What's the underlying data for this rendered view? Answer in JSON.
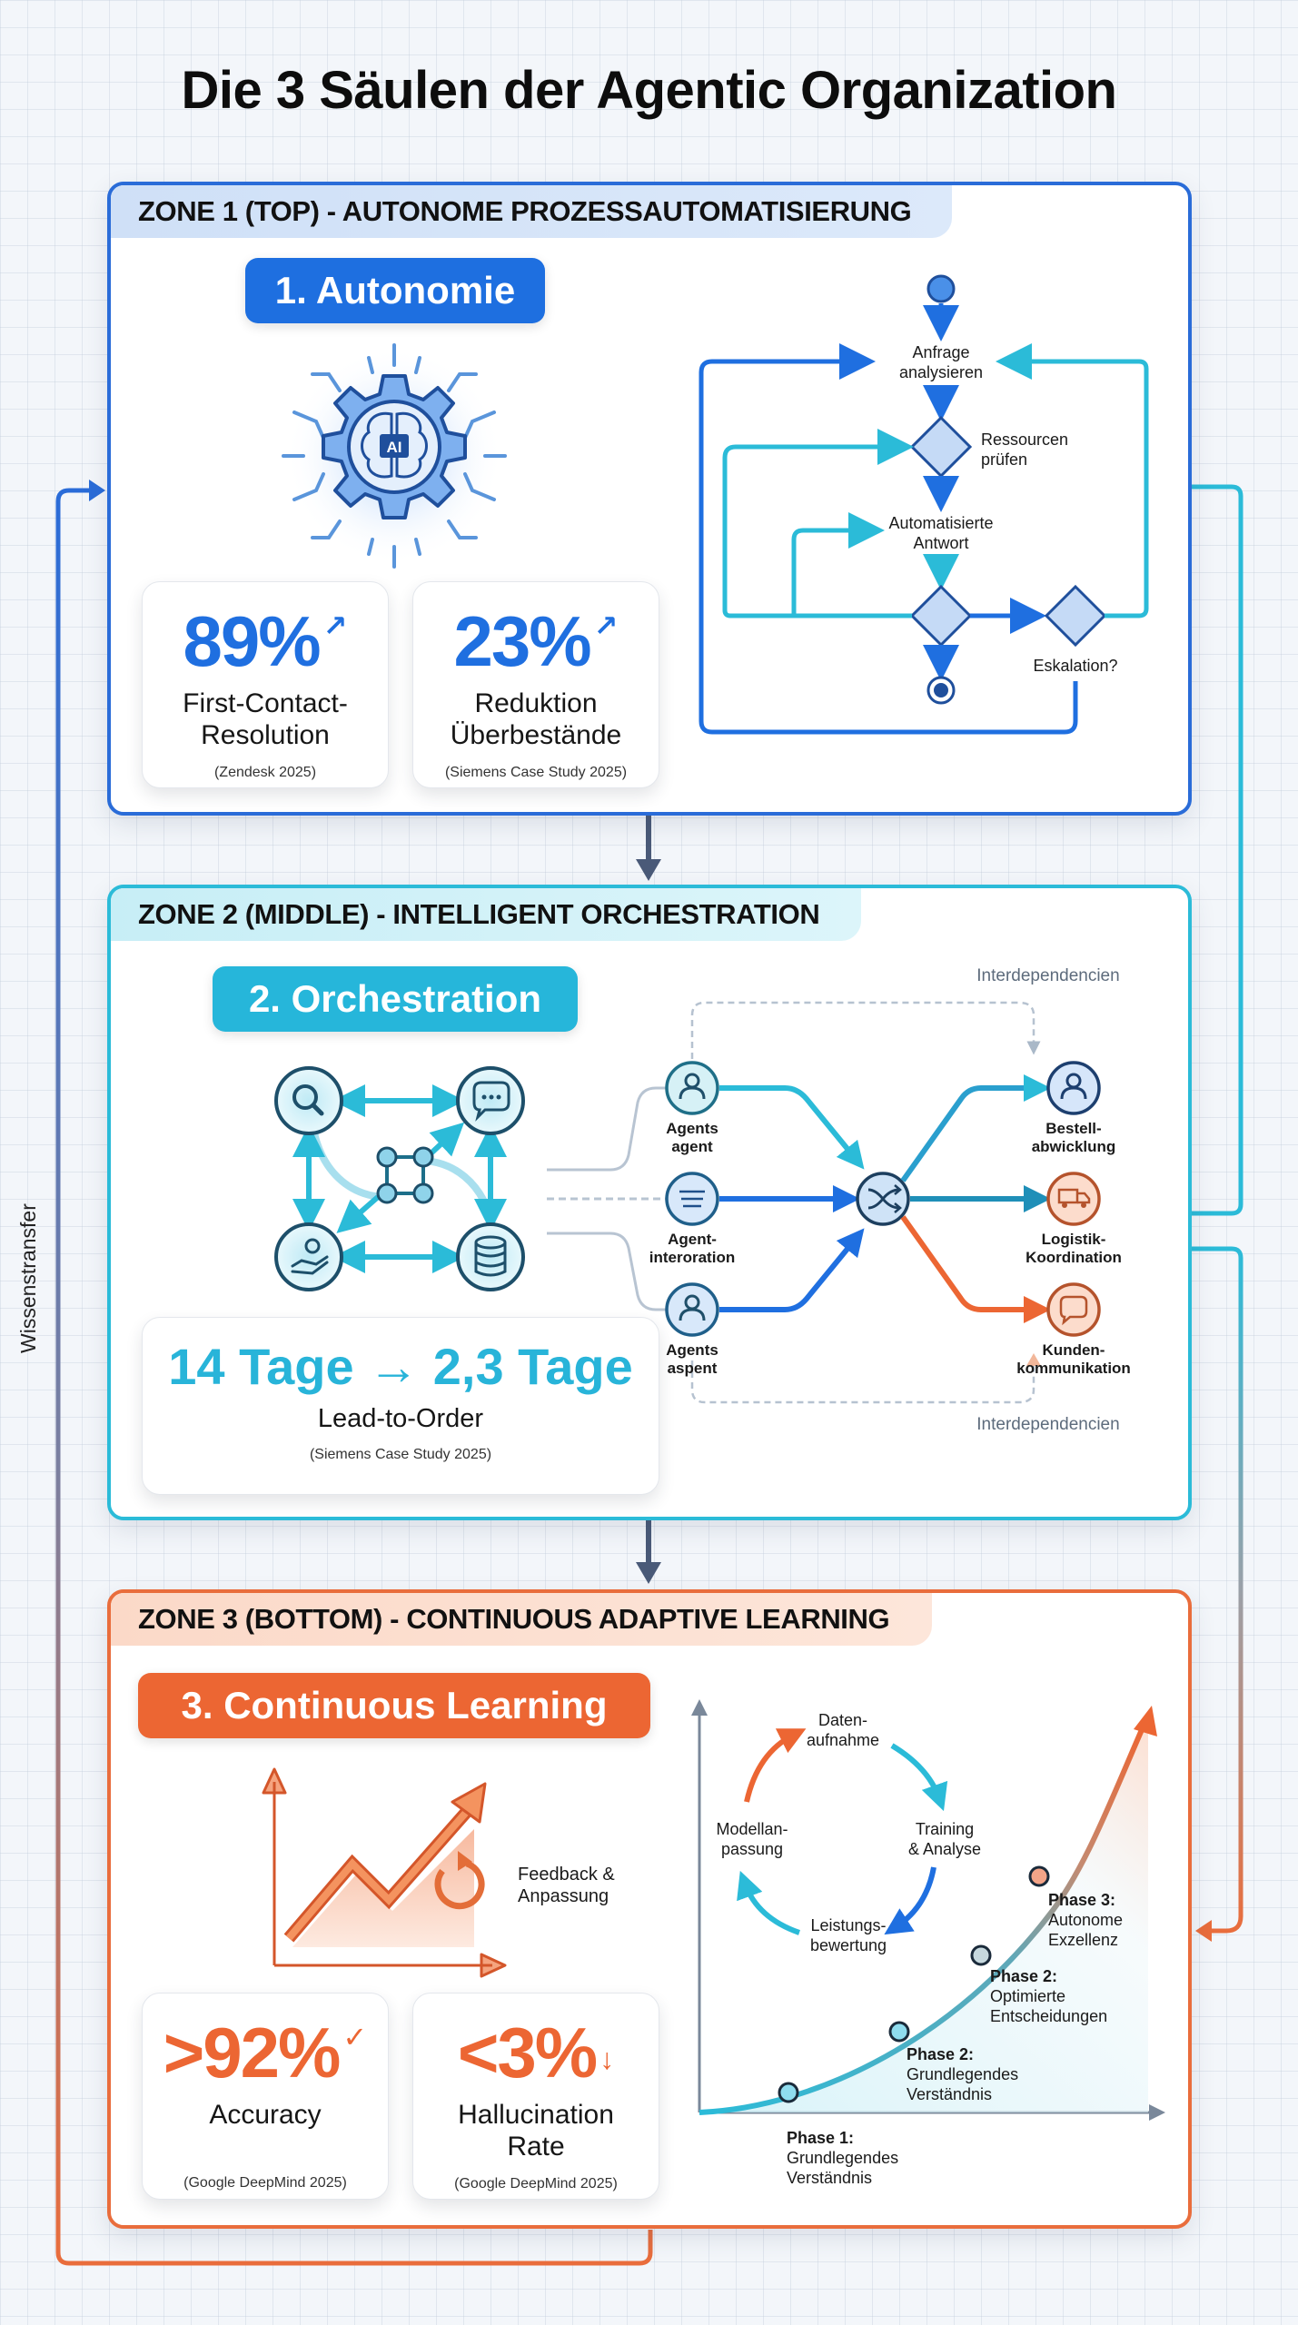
{
  "title": "Die 3 Säulen der Agentic Organization",
  "side_label": "Wissenstransfer",
  "colors": {
    "blue": "#1f6fe0",
    "cyan": "#28b4d9",
    "orange": "#ec6633",
    "dark_arrow": "#4a5a78"
  },
  "zone1": {
    "header": "ZONE 1 (TOP) - AUTONOME PROZESSAUTOMATISIERUNG",
    "pill": "1. Autonomie",
    "icon": "ai-gear-brain-icon",
    "icon_text": "AI",
    "stats": [
      {
        "value": "89%",
        "trend": "↗",
        "label_line1": "First-Contact-",
        "label_line2": "Resolution",
        "source": "(Zendesk 2025)"
      },
      {
        "value": "23%",
        "trend": "↗",
        "label_line1": "Reduktion",
        "label_line2": "Überbestände",
        "source": "(Siemens Case Study 2025)"
      }
    ],
    "flow": {
      "step1_line1": "Anfrage",
      "step1_line2": "analysieren",
      "decision1_line1": "Ressourcen",
      "decision1_line2": "prüfen",
      "step2_line1": "Automatisierte",
      "step2_line2": "Antwort",
      "decision3": "Eskalation?"
    }
  },
  "zone2": {
    "header": "ZONE 2 (MIDDLE) - INTELLIGENT ORCHESTRATION",
    "pill": "2. Orchestration",
    "stat": {
      "value": "14 Tage → 2,3 Tage",
      "label": "Lead-to-Order",
      "source": "(Siemens Case Study 2025)"
    },
    "network": {
      "interdep_top": "Interdependencien",
      "interdep_bottom": "Interdependencien",
      "inputs": [
        {
          "line1": "Agents",
          "line2": "agent"
        },
        {
          "line1": "Agent-",
          "line2": "interoration"
        },
        {
          "line1": "Agents",
          "line2": "aspent"
        }
      ],
      "outputs": [
        {
          "line1": "Bestell-",
          "line2": "abwicklung"
        },
        {
          "line1": "Logistik-",
          "line2": "Koordination"
        },
        {
          "line1": "Kunden-",
          "line2": "kommunikation"
        }
      ]
    }
  },
  "zone3": {
    "header": "ZONE 3 (BOTTOM) - CONTINUOUS ADAPTIVE LEARNING",
    "pill": "3. Continuous Learning",
    "feedback_line1": "Feedback &",
    "feedback_line2": "Anpassung",
    "stats": [
      {
        "value": ">92%",
        "trend": "✓",
        "label_line1": "Accuracy",
        "label_line2": "",
        "source": "(Google DeepMind 2025)"
      },
      {
        "value": "<3%",
        "trend": "↓",
        "label_line1": "Hallucination",
        "label_line2": "Rate",
        "source": "(Google DeepMind 2025)"
      }
    ],
    "cycle": {
      "top_line1": "Daten-",
      "top_line2": "aufnahme",
      "right_line1": "Training",
      "right_line2": "& Analyse",
      "bottom_line1": "Leistungs-",
      "bottom_line2": "bewertung",
      "left_line1": "Modellan-",
      "left_line2": "passung"
    },
    "phases": [
      {
        "title": "Phase 1:",
        "line1": "Grundlegendes",
        "line2": "Verständnis"
      },
      {
        "title": "Phase 2:",
        "line1": "Grundlegendes",
        "line2": "Verständnis"
      },
      {
        "title": "Phase 2:",
        "line1": "Optimierte",
        "line2": "Entscheidungen"
      },
      {
        "title": "Phase 3:",
        "line1": "Autonome",
        "line2": "Exzellenz"
      }
    ]
  }
}
